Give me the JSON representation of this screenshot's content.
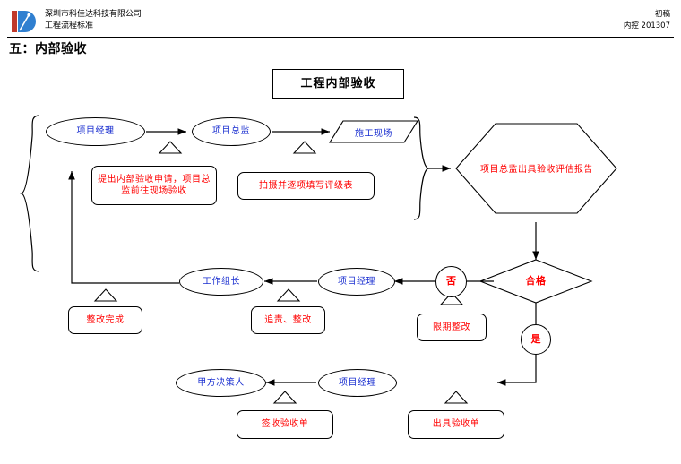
{
  "header": {
    "logo_icon": "kejiada-logo-icon",
    "company_line1": "深圳市科佳达科技有限公司",
    "company_line2": "工程流程标准",
    "doc_status": "初稿",
    "doc_code": "内控 201307"
  },
  "section": {
    "title": "五：内部验收"
  },
  "diagram": {
    "title_box": "工程内部验收",
    "nodes": {
      "project_manager_1": "项目经理",
      "project_director": "项目总监",
      "construction_site": "施工现场",
      "apply_inspection": "提出内部验收申请，项目总监前往现场验收",
      "photo_rating": "拍摄并逐项填写评级表",
      "director_report": "项目总监出具验收评估报告",
      "qualified_decision": "合格",
      "yes": "是",
      "no": "否",
      "deadline_rectify": "限期整改",
      "project_manager_2": "项目经理",
      "work_group_leader": "工作组长",
      "accountability_rectify": "追责、整改",
      "rectify_done": "整改完成",
      "project_manager_3": "项目经理",
      "party_a_decider": "甲方决策人",
      "issue_acceptance_form": "出具验收单",
      "sign_acceptance_form": "签收验收单"
    }
  },
  "colors": {
    "text_blue": "#1a2fd0",
    "text_red": "#ff0000",
    "line": "#000000",
    "logo_red": "#c0392b",
    "logo_blue": "#2f7fd0"
  }
}
